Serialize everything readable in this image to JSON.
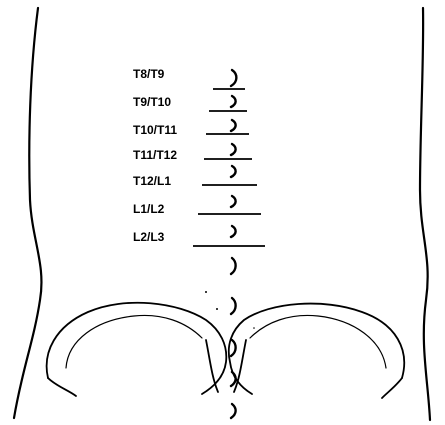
{
  "diagram": {
    "levels": [
      {
        "label": "T8/T9"
      },
      {
        "label": "T9/T10"
      },
      {
        "label": "T10/T11"
      },
      {
        "label": "T11/T12"
      },
      {
        "label": "T12/L1"
      },
      {
        "label": "L1/L2"
      },
      {
        "label": "L2/L3"
      }
    ],
    "ink_color": "#000000",
    "background_color": "#ffffff"
  }
}
